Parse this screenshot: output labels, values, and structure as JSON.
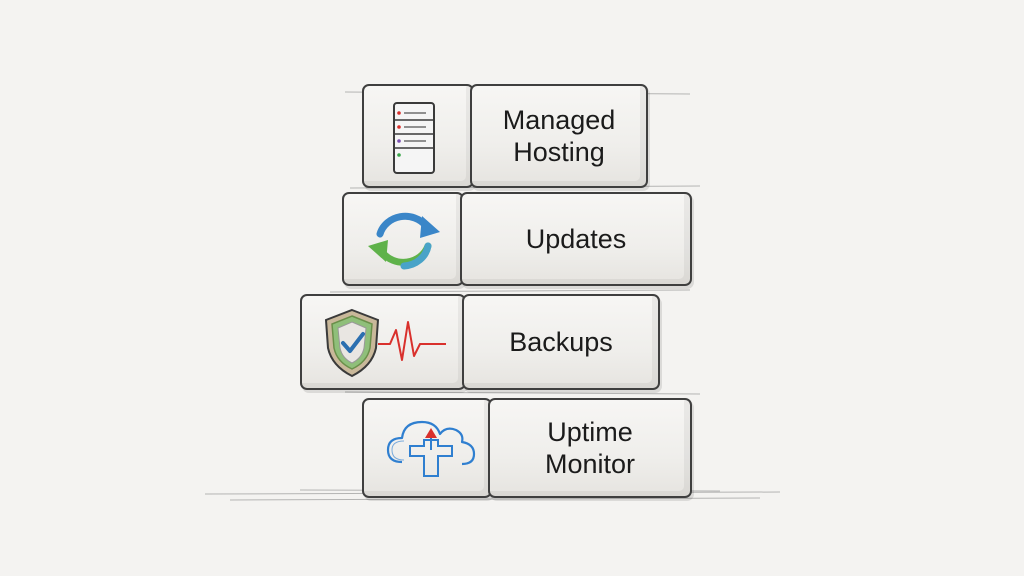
{
  "diagram": {
    "blocks": [
      {
        "id": "managed-hosting",
        "label": "Managed\nHosting",
        "icon": "server-icon"
      },
      {
        "id": "updates",
        "label": "Updates",
        "icon": "sync-arrows-icon"
      },
      {
        "id": "backups",
        "label": "Backups",
        "icon": "shield-heartbeat-icon"
      },
      {
        "id": "uptime-monitor",
        "label": "Uptime\nMonitor",
        "icon": "cloud-upload-icon"
      }
    ]
  },
  "colors": {
    "outline": "#3f3f3f",
    "arrow_blue": "#3a86c8",
    "arrow_green": "#5fb24a",
    "shield_check": "#2b6fb0",
    "heartbeat_red": "#d9302c",
    "cloud_blue": "#2f7fd0"
  }
}
